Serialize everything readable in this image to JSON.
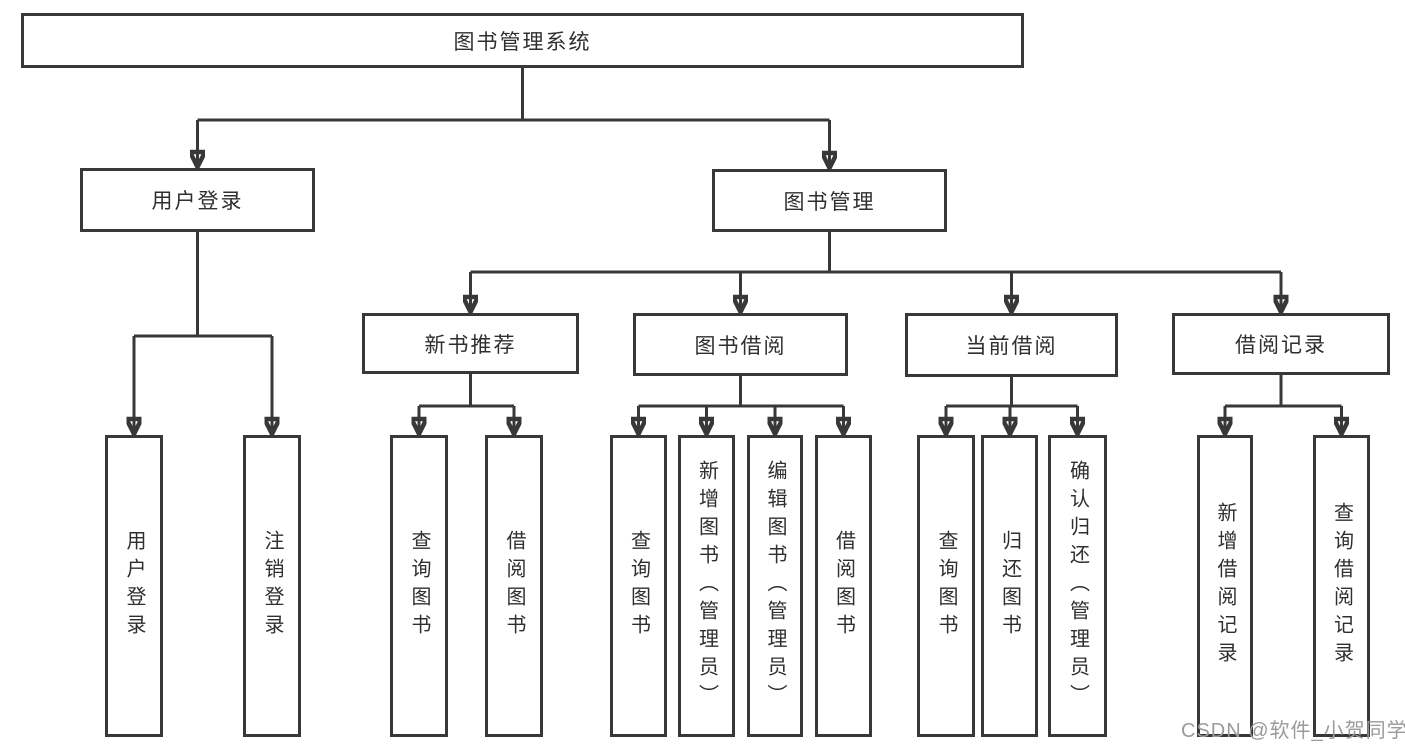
{
  "tree": {
    "root": {
      "label": "图书管理系统"
    },
    "branches": [
      {
        "label": "用户登录",
        "children": [
          {
            "label": "用户登录"
          },
          {
            "label": "注销登录"
          }
        ]
      },
      {
        "label": "图书管理",
        "children": [
          {
            "label": "新书推荐",
            "children": [
              {
                "label": "查询图书"
              },
              {
                "label": "借阅图书"
              }
            ]
          },
          {
            "label": "图书借阅",
            "children": [
              {
                "label": "查询图书"
              },
              {
                "label": "新增图书（管理员）"
              },
              {
                "label": "编辑图书（管理员）"
              },
              {
                "label": "借阅图书"
              }
            ]
          },
          {
            "label": "当前借阅",
            "children": [
              {
                "label": "查询图书"
              },
              {
                "label": "归还图书"
              },
              {
                "label": "确认归还（管理员）"
              }
            ]
          },
          {
            "label": "借阅记录",
            "children": [
              {
                "label": "新增借阅记录"
              },
              {
                "label": "查询借阅记录"
              }
            ]
          }
        ]
      }
    ]
  },
  "watermark": "CSDN @软件_小贺同学",
  "colors": {
    "line": "#383838",
    "text": "#2f2f2f",
    "watermark": "#9b9b9b",
    "background": "#ffffff"
  }
}
